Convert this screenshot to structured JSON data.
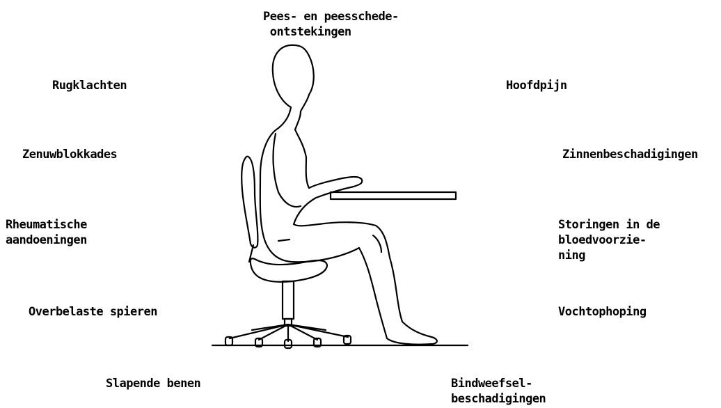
{
  "labels": {
    "pees": "Pees- en peesschede-\n ontstekingen",
    "rugklachten": "Rugklachten",
    "hoofdpijn": "Hoofdpijn",
    "zenuwblokkades": "Zenuwblokkades",
    "zinnenbeschadigingen": "Zinnenbeschadigingen",
    "rheumatische": "Rheumatische\naandoeningen",
    "storingen": "Storingen in de\nbloedvoorzie-\nning",
    "overbelaste": "Overbelaste spieren",
    "vochtophoping": "Vochtophoping",
    "slapende": "Slapende benen",
    "bindweefsel": "Bindweefsel-\nbeschadigingen"
  }
}
